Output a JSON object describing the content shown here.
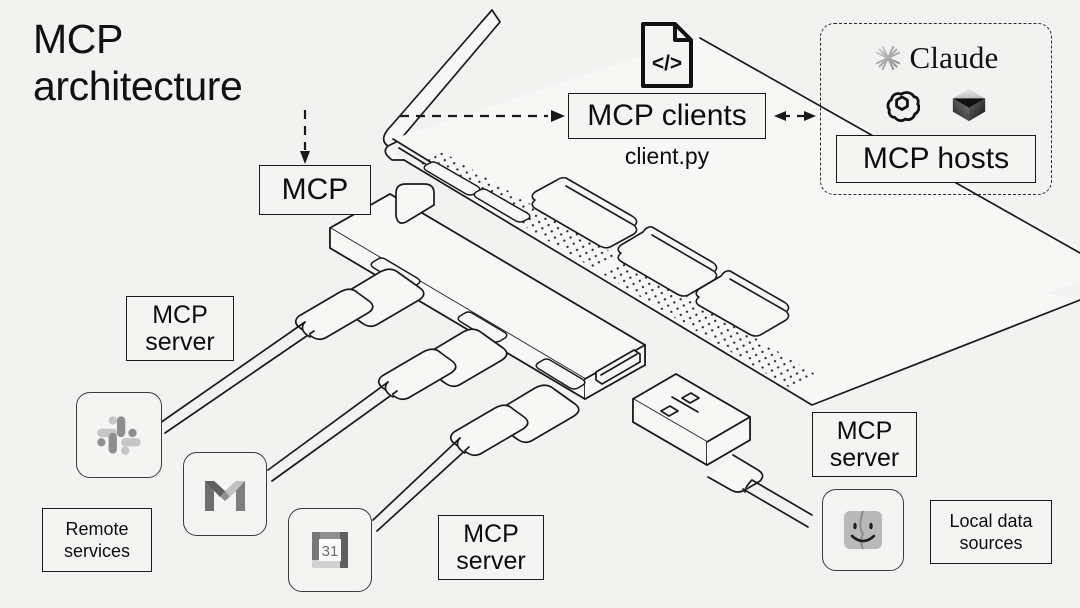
{
  "page": {
    "title": "MCP architecture",
    "title_lines": "MCP\narchitecture",
    "background_color": "#f2f2f1",
    "ink_color": "#111111"
  },
  "boxes": {
    "mcp": "MCP",
    "mcp_clients": "MCP clients",
    "mcp_hosts": "MCP hosts",
    "mcp_server_1": "MCP\nserver",
    "mcp_server_2": "MCP\nserver",
    "mcp_server_3": "MCP\nserver",
    "remote_services": "Remote\nservices",
    "local_data_sources": "Local data\nsources"
  },
  "labels": {
    "client_py": "client.py",
    "claude": "Claude"
  },
  "icons": {
    "code_file": "code-file-icon",
    "claude_star": "claude-sunburst-icon",
    "openai": "openai-logo-icon",
    "cursor": "cursor-cube-logo-icon",
    "slack": "slack-app-icon",
    "gmail": "gmail-app-icon",
    "calendar": "google-calendar-app-icon",
    "finder": "macos-finder-app-icon"
  },
  "icon_text": {
    "calendar_day": "31",
    "code_glyph": "</>"
  },
  "illustration": {
    "description": "isometric line-art of a laptop with speaker grille and keyboard keys, a USB hub with three USB-C cables plugged in, and a USB-A connector cable",
    "line_color": "#1a1a1a",
    "fill_color": "#f7f7f6"
  },
  "connectors": [
    {
      "name": "laptop-to-clients",
      "style": "dashed",
      "direction": "right"
    },
    {
      "name": "laptop-to-mcp",
      "style": "dashed",
      "direction": "down"
    },
    {
      "name": "clients-to-hosts",
      "style": "dashed",
      "direction": "bidirectional"
    }
  ]
}
